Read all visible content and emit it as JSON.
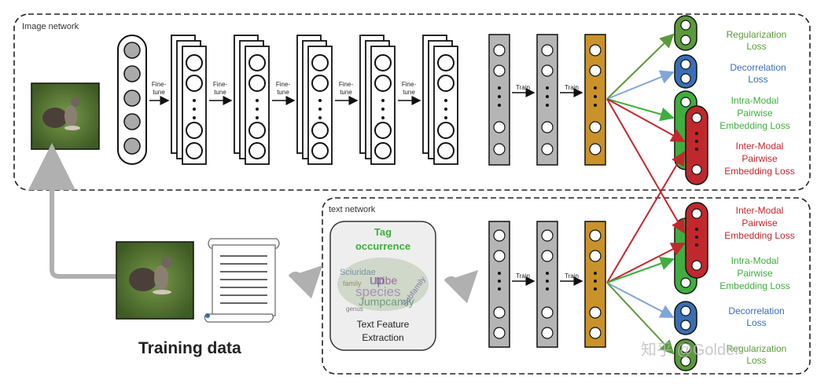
{
  "image_network": {
    "label": "Image network",
    "finetune_label_1": "Fine-",
    "finetune_label_2": "tune",
    "train_label": "Train"
  },
  "text_network": {
    "label": "text network",
    "tag_title_1": "Tag",
    "tag_title_2": "occurrence",
    "feature_1": "Text Feature",
    "feature_2": "Extraction",
    "train_label": "Train",
    "word_cloud": [
      "Sciuridae",
      "tribe",
      "species",
      "up",
      "Jumpcamly",
      "family",
      "Subfamily",
      "genus"
    ]
  },
  "training_data": {
    "label": "Training data"
  },
  "losses_top": {
    "regularization": [
      "Regularization",
      "Loss"
    ],
    "decorrelation": [
      "Decorrelation",
      "Loss"
    ],
    "intra_modal": [
      "Intra-Modal",
      "Pairwise",
      "Embedding Loss"
    ],
    "inter_modal": [
      "Inter-Modal",
      "Pairwise",
      "Embedding Loss"
    ]
  },
  "losses_bottom": {
    "inter_modal": [
      "Inter-Modal",
      "Pairwise",
      "Embedding Loss"
    ],
    "intra_modal": [
      "Intra-Modal",
      "Pairwise",
      "Embedding Loss"
    ],
    "decorrelation": [
      "Decorrelation",
      "Loss"
    ],
    "regularization": [
      "Regularization",
      "Loss"
    ]
  },
  "watermark": "知乎 @Golder",
  "colors": {
    "green": "#5a9a3a",
    "green_bright": "#3fae3f",
    "blue": "#3a6db5",
    "red": "#c0282d",
    "gold": "#c9922a",
    "gray_layer": "#b5b5b5",
    "arrow_gray": "#b0b0b0"
  }
}
